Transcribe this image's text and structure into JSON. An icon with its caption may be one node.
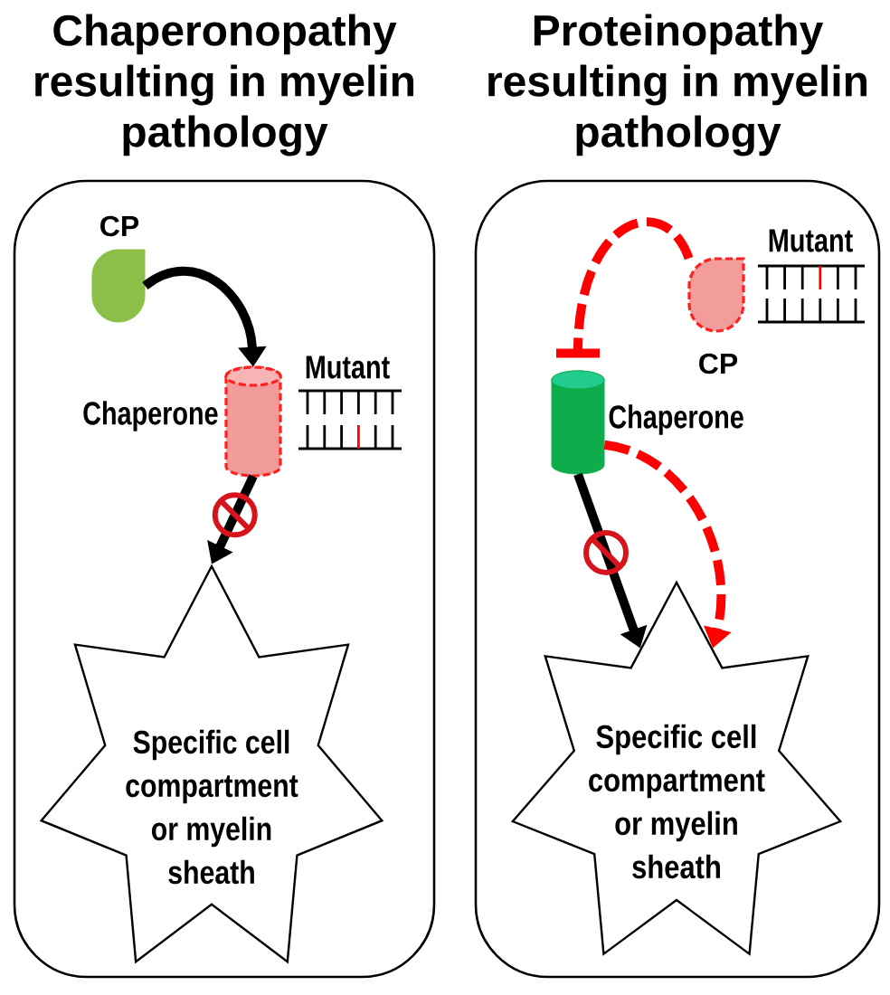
{
  "diagram": {
    "nodes": [
      {
        "text": [
          "Chaperonopathy resulting in myelin pathology"
        ]
      },
      {
        "text": [
          "CP"
        ],
        "in": 0
      },
      {
        "text": [
          "Chaperone"
        ],
        "in": 0
      },
      {
        "text": [
          "Specific cell compartment or myelin sheath"
        ],
        "in": 0
      },
      {
        "text": [
          "Proteinopathy resulting in myelin pathology"
        ]
      },
      {
        "text": [
          "CP"
        ],
        "in": 4
      },
      {
        "text": [
          "Chaperone"
        ],
        "in": 4
      },
      {
        "text": [
          "Specific cell compartment or myelin sheath"
        ],
        "in": 4
      }
    ],
    "edges": [
      {
        "from": 1,
        "to": 2,
        "arrow": "to"
      },
      {
        "from": 2,
        "to": 3,
        "arrow": "to"
      },
      {
        "from": 5,
        "to": 6,
        "arrow": "other",
        "style": "dashed",
        "color": "#ff0000"
      },
      {
        "from": 6,
        "to": 7,
        "arrow": "to"
      },
      {
        "from": 6,
        "to": 7,
        "arrow": "to",
        "style": "dashed",
        "color": "#ff0000"
      }
    ],
    "labels": [
      "Mutant",
      "Mutant"
    ]
  }
}
